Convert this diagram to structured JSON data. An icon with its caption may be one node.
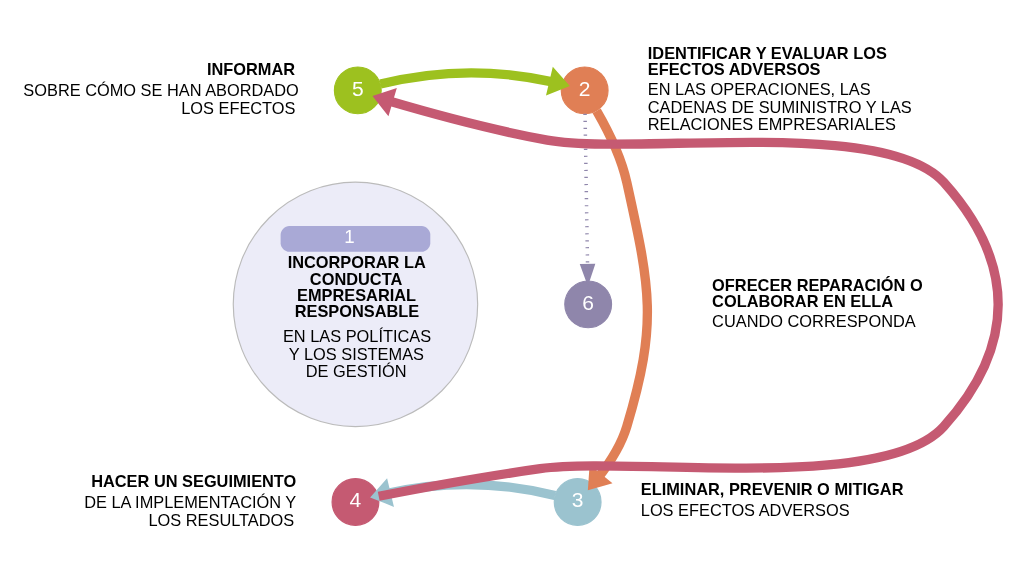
{
  "diagram": {
    "nodes": [
      {
        "text": [
          "1",
          "INCORPORAR LA CONDUCTA EMPRESARIAL RESPONSABLE",
          "EN LAS POLÍTICAS Y LOS SISTEMAS DE GESTIÓN"
        ]
      },
      {
        "text": [
          "5"
        ],
        "beside": [
          "INFORMAR",
          "SOBRE CÓMO SE HAN ABORDADO LOS EFECTOS"
        ]
      },
      {
        "text": [
          "2"
        ],
        "beside": [
          "IDENTIFICAR Y EVALUAR LOS EFECTOS ADVERSOS",
          "EN LAS OPERACIONES, LAS CADENAS DE SUMINISTRO Y LAS RELACIONES EMPRESARIALES"
        ]
      },
      {
        "text": [
          "6"
        ],
        "beside": [
          "OFRECER REPARACIÓN O COLABORAR EN ELLA",
          "CUANDO CORRESPONDA"
        ]
      },
      {
        "text": [
          "3"
        ],
        "beside": [
          "ELIMINAR, PREVENIR O MITIGAR",
          "LOS EFECTOS ADVERSOS"
        ]
      },
      {
        "text": [
          "4"
        ],
        "beside": [
          "HACER UN SEGUIMIENTO",
          "DE LA IMPLEMENTACIÓN Y LOS RESULTADOS"
        ]
      }
    ],
    "edges": [
      {
        "from": 1,
        "to": 2,
        "arrow": "to",
        "color": "#9dc11f"
      },
      {
        "from": 2,
        "to": 4,
        "arrow": "to",
        "color": "#e07f55"
      },
      {
        "from": 4,
        "to": 5,
        "arrow": "to",
        "color": "#9bc3cf"
      },
      {
        "from": 5,
        "to": 1,
        "arrow": "to",
        "color": "#c55a72"
      },
      {
        "from": 2,
        "to": 3,
        "arrow": "to",
        "style": "dashed",
        "color": "#8f86ab"
      }
    ]
  }
}
